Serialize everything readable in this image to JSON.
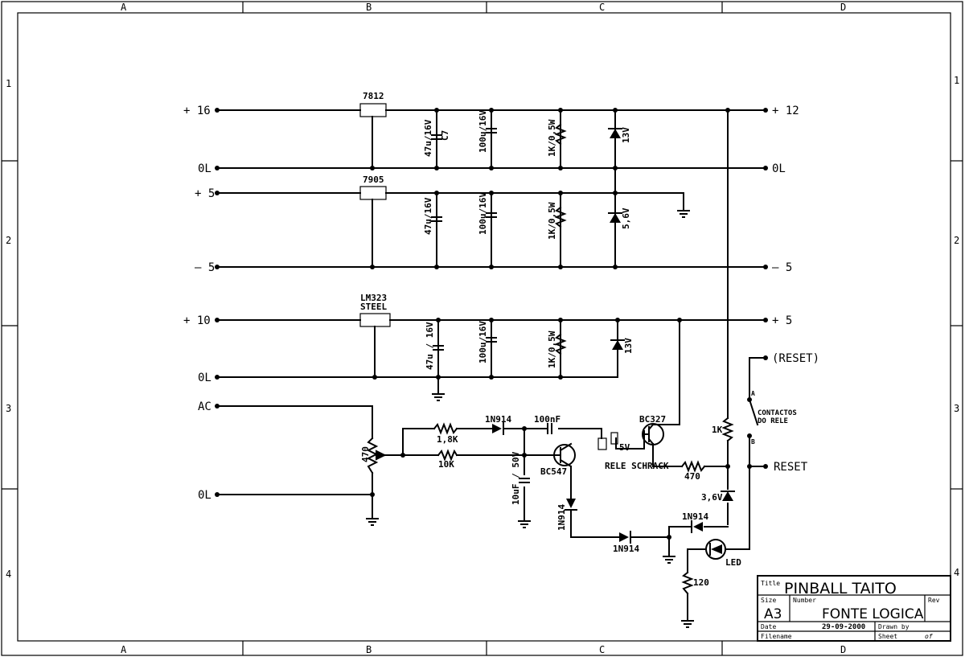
{
  "border": {
    "cols": [
      "A",
      "B",
      "C",
      "D"
    ],
    "rows": [
      "1",
      "2",
      "3",
      "4"
    ]
  },
  "nets": {
    "in_p16": "+ 16",
    "out_p12": "+ 12",
    "in_0l_1": "0L",
    "out_0l_1": "0L",
    "in_p5": "+ 5",
    "in_m5": "— 5",
    "out_m5": "– 5",
    "in_p10": "+ 10",
    "out_p5": "+ 5",
    "in_0l_2": "0L",
    "out_reset_paren": "(RESET)",
    "in_ac": "AC",
    "out_reset": "RESET",
    "in_0l_3": "0L"
  },
  "components": {
    "reg_7812": "7812",
    "reg_7905": "7905",
    "reg_lm323": "LM323",
    "reg_lm323_sub": "STEEL",
    "c_47u_16v_a": "47u/16V",
    "c_c7": "C7",
    "c_100u_16v_a": "100u/16V",
    "r_1k_05w_a": "1K/0,5W",
    "z_13v_a": "13V",
    "c_47u_16v_b": "47u/16V",
    "c_100u_16v_b": "100u/16V",
    "r_1k_05w_b": "1K/0,5W",
    "z_56v": "5,6V",
    "c_47u_16v_c": "47u / 16V",
    "c_100u_16v_c": "100u/16V",
    "r_1k_05w_c": "1K/0,5W",
    "z_13v_c": "13V",
    "pot_470": "470",
    "r_18k": "1,8K",
    "r_10k": "10K",
    "d_1n914_a": "1N914",
    "c_100nf": "100nF",
    "q_bc547": "BC547",
    "c_10uf_50v": "10uF / 50V",
    "d_1n914_b": "1N914",
    "d_1n914_c": "1N914",
    "relay": "RELE SCHRACK",
    "relay_5v": "5V",
    "q_bc327": "BC327",
    "r_470": "470",
    "r_1k": "1K",
    "z_36v": "3,6V",
    "d_1n914_d": "1N914",
    "led": "LED",
    "r_120": "120",
    "contacts_1": "CONTACTOS",
    "contacts_2": "DO RELE",
    "contact_a": "A",
    "contact_b": "B"
  },
  "title_block": {
    "title_label": "Title",
    "title": "PINBALL TAITO",
    "size_label": "Size",
    "size": "A3",
    "number_label": "Number",
    "number": "FONTE LOGICA",
    "rev_label": "Rev",
    "date_label": "Date",
    "date": "29-09-2000",
    "drawn_label": "Drawn by",
    "filename_label": "Filename",
    "sheet_label": "Sheet",
    "of_label": "of"
  }
}
